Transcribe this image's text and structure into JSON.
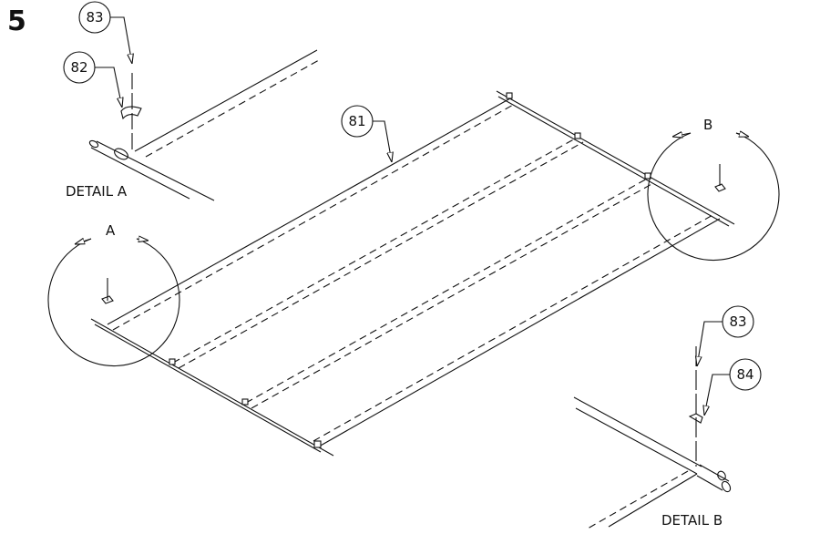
{
  "step_number": "5",
  "callouts": {
    "detail_a_top": "83",
    "detail_a_clip": "82",
    "panel": "81",
    "detail_b_top": "83",
    "detail_b_clip": "84"
  },
  "labels": {
    "detail_a": "DETAIL  A",
    "detail_b": "DETAIL  B",
    "view_a": "A",
    "view_b": "B"
  }
}
